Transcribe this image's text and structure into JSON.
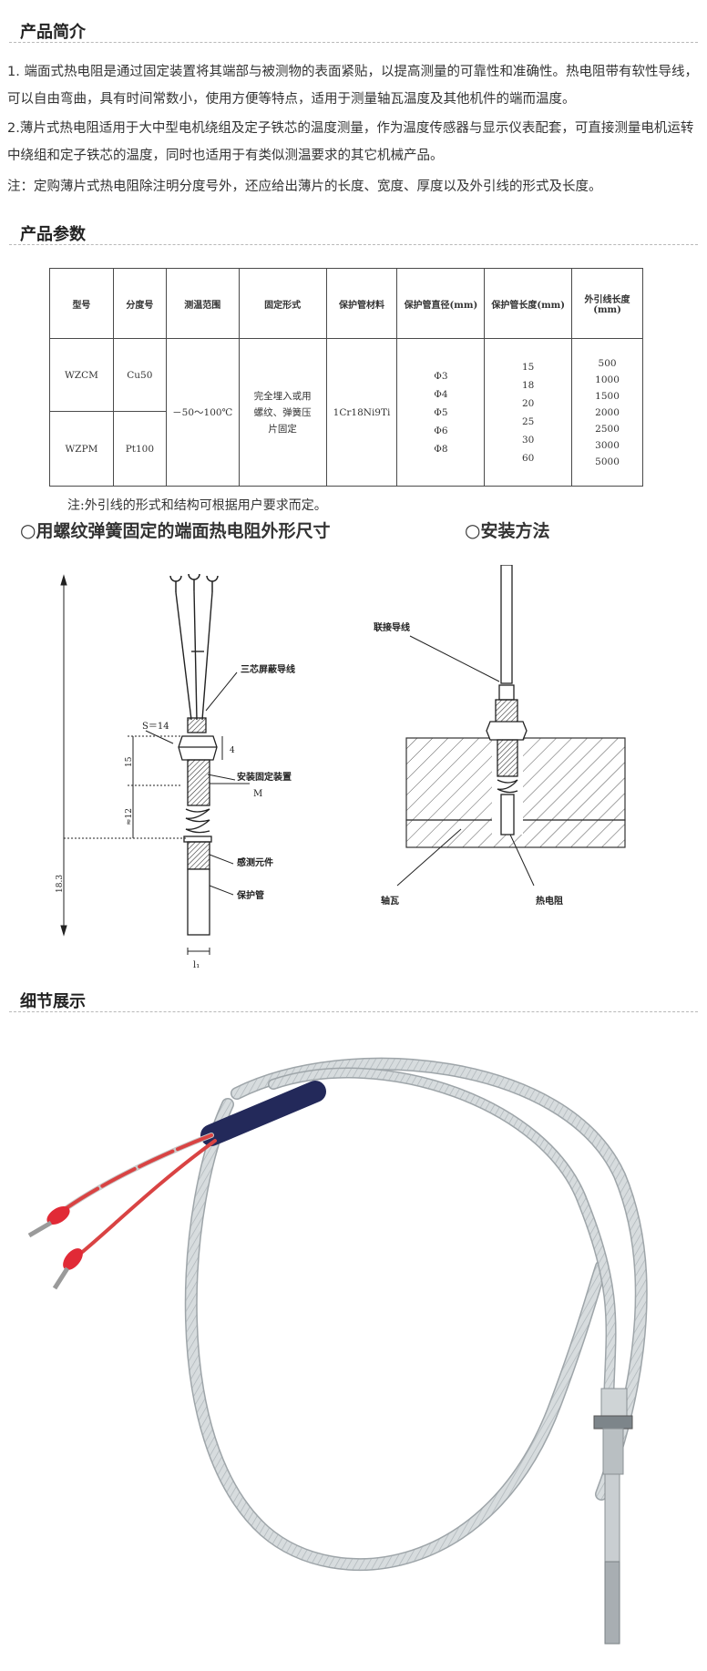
{
  "intro": {
    "heading": "产品简介",
    "p1": "1. 端面式热电阻是通过固定装置将其端部与被测物的表面紧贴，以提高测量的可靠性和准确性。热电阻带有软性导线，可以自由弯曲，具有时间常数小，使用方便等特点，适用于测量轴瓦温度及其他机件的端而温度。",
    "p2": "2.薄片式热电阻适用于大中型电机绕组及定子铁芯的温度测量，作为温度传感器与显示仪表配套，可直接测量电机运转中绕组和定子铁芯的温度，同时也适用于有类似测温要求的其它机械产品。",
    "p3": "注：定购薄片式热电阻除注明分度号外，还应给出薄片的长度、宽度、厚度以及外引线的形式及长度。"
  },
  "params": {
    "heading": "产品参数",
    "headers": [
      "型号",
      "分度号",
      "测温范围",
      "固定形式",
      "保护管材料",
      "保护管直径(mm)",
      "保护管长度(mm)",
      "外引线长度(mm)"
    ],
    "row1": {
      "model": "WZCM",
      "index": "Cu50"
    },
    "row2": {
      "model": "WZPM",
      "index": "Pt100"
    },
    "range": "－50～100℃",
    "fix": "完全埋入或用螺纹、弹簧压片固定",
    "material": "1Cr18Ni9Ti",
    "diameters": "Φ3\nΦ4\nΦ5\nΦ6\nΦ8",
    "lengths": "15\n18\n20\n25\n30\n60",
    "lead_lengths": "500\n1000\n1500\n2000\n2500\n3000\n5000",
    "note": "注:外引线的形式和结构可根据用户要求而定。"
  },
  "figures": {
    "left_circle": "○",
    "left_title": "用螺纹弹簧固定的端面热电阻外形尺寸",
    "right_circle": "○",
    "right_title": "安装方法",
    "left_labels": {
      "wire": "三芯屏蔽导线",
      "s": "S＝14",
      "dim15": "15",
      "dim4": "4",
      "fixer": "安装固定装置",
      "m": "M",
      "dim12": "≈12",
      "sensor": "感测元件",
      "tube": "保护管",
      "dim183": "18.3",
      "l1": "l₁"
    },
    "right_labels": {
      "lead": "联接导线",
      "bearing": "轴瓦",
      "rtd": "热电阻"
    }
  },
  "detail": {
    "heading": "细节展示"
  }
}
